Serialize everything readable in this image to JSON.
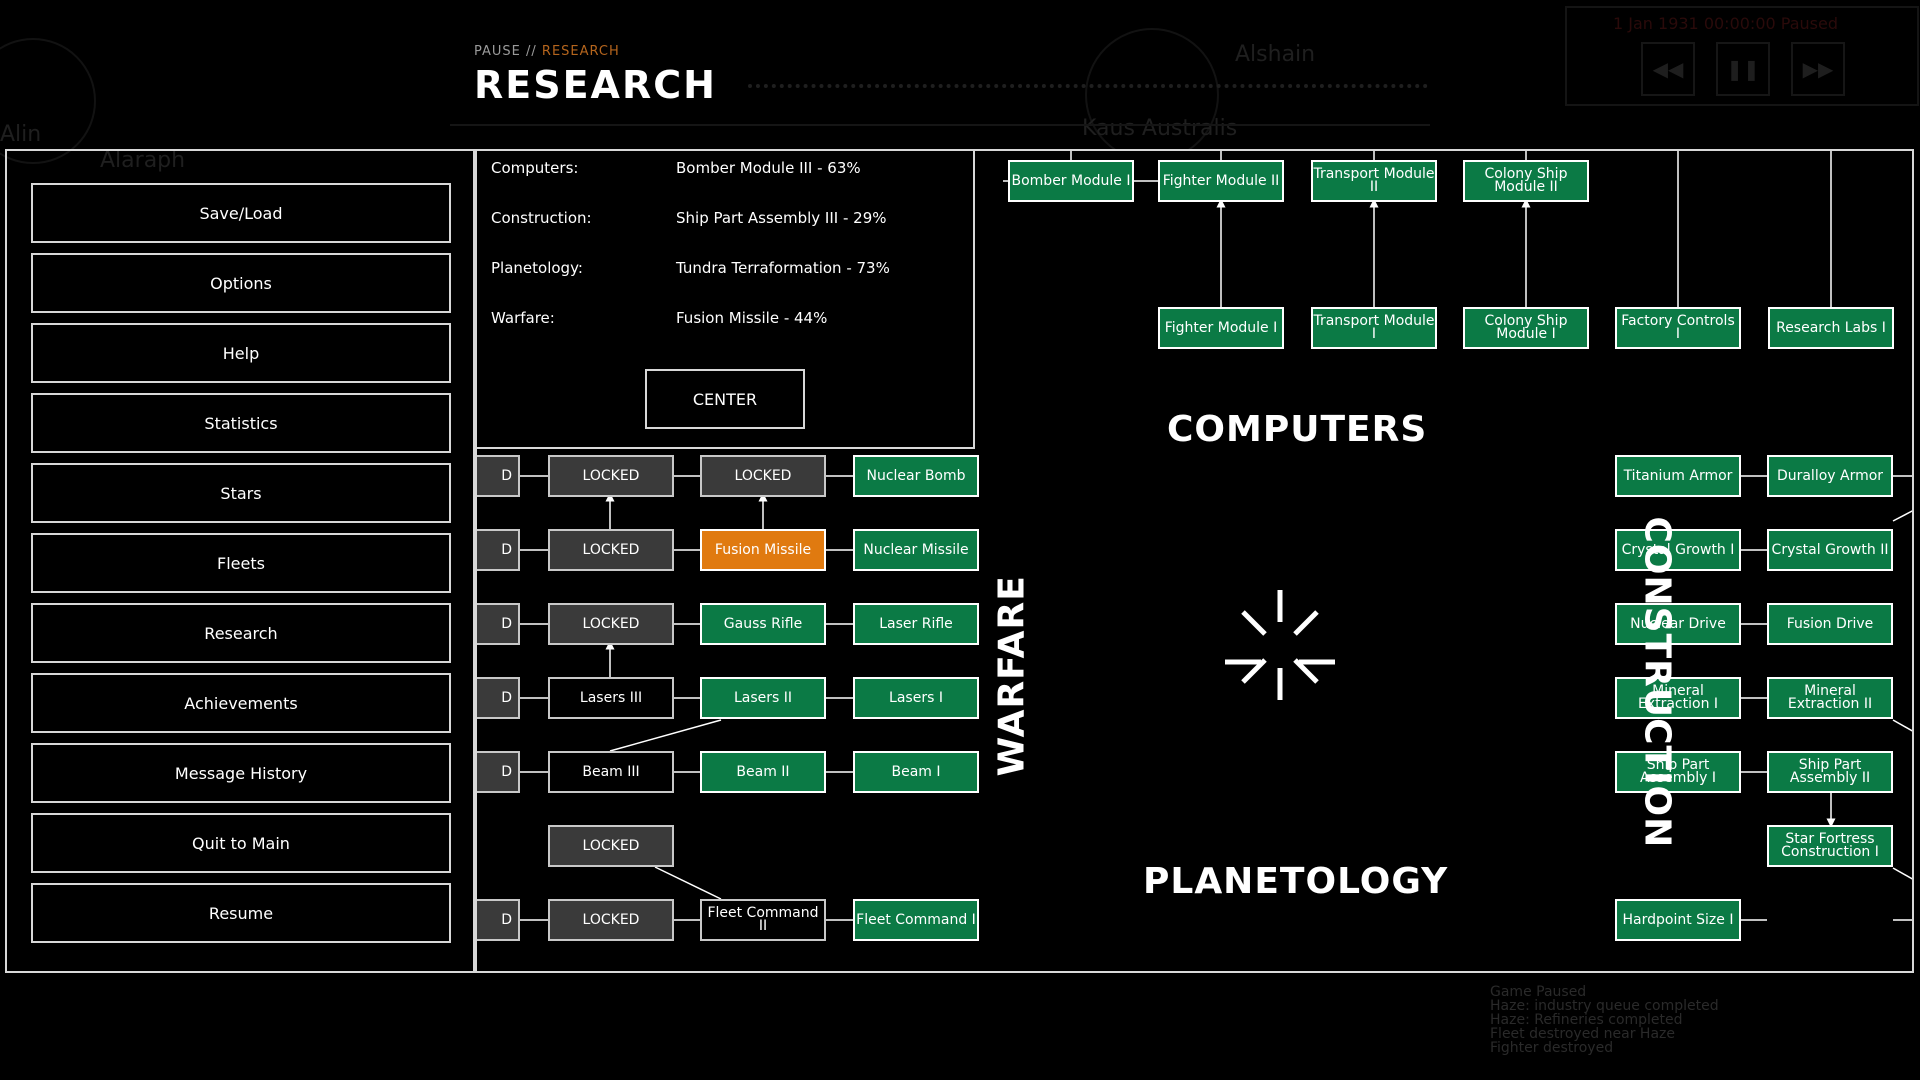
{
  "background": {
    "stars": [
      "Alin",
      "Alaraph",
      "Alshain",
      "Kaus Australis"
    ],
    "date": "1 Jan 1931 00:00:00 Paused",
    "log": [
      "Game Paused",
      "Haze: industry queue completed",
      "Haze: Refineries completed",
      "Fleet destroyed near Haze",
      "Fighter destroyed"
    ]
  },
  "header": {
    "breadcrumb_prefix": "PAUSE //",
    "breadcrumb_current": "RESEARCH",
    "title": "RESEARCH"
  },
  "time_controls": {
    "rewind_icon": "rewind-icon",
    "pause_icon": "pause-icon",
    "fastforward_icon": "fast-forward-icon"
  },
  "menu": {
    "items": [
      {
        "label": "Save/Load"
      },
      {
        "label": "Options"
      },
      {
        "label": "Help"
      },
      {
        "label": "Statistics"
      },
      {
        "label": "Stars"
      },
      {
        "label": "Fleets"
      },
      {
        "label": "Research"
      },
      {
        "label": "Achievements"
      },
      {
        "label": "Message History"
      },
      {
        "label": "Quit to Main"
      },
      {
        "label": "Resume"
      }
    ]
  },
  "status": {
    "rows": [
      {
        "field": "Computers:",
        "value": "Bomber Module III - 63%"
      },
      {
        "field": "Construction:",
        "value": "Ship Part Assembly III - 29%"
      },
      {
        "field": "Planetology:",
        "value": "Tundra Terraformation - 73%"
      },
      {
        "field": "Warfare:",
        "value": "Fusion Missile - 44%"
      }
    ],
    "center_label": "CENTER"
  },
  "categories": {
    "computers": "COMPUTERS",
    "warfare": "WARFARE",
    "construction": "CONSTRUCTION",
    "planetology": "PLANETOLOGY"
  },
  "colors": {
    "researched": "#0b7a45",
    "in_progress": "#e07a10",
    "locked": "#3a3a3a",
    "available": "#000000",
    "border": "#d8d8d8"
  },
  "nodes": {
    "computers": [
      {
        "label": "Bomber Module I",
        "state": "researched"
      },
      {
        "label": "Fighter Module II",
        "state": "researched"
      },
      {
        "label": "Transport Module II",
        "state": "researched"
      },
      {
        "label": "Colony Ship Module II",
        "state": "researched"
      },
      {
        "label": "Fighter Module I",
        "state": "researched"
      },
      {
        "label": "Transport Module I",
        "state": "researched"
      },
      {
        "label": "Colony Ship Module I",
        "state": "researched"
      },
      {
        "label": "Factory Controls I",
        "state": "researched"
      },
      {
        "label": "Research Labs I",
        "state": "researched"
      }
    ],
    "warfare": [
      {
        "label": "LOCKED",
        "state": "locked"
      },
      {
        "label": "LOCKED",
        "state": "locked"
      },
      {
        "label": "Nuclear Bomb",
        "state": "researched"
      },
      {
        "label": "LOCKED",
        "state": "locked"
      },
      {
        "label": "Fusion Missile",
        "state": "in_progress"
      },
      {
        "label": "Nuclear Missile",
        "state": "researched"
      },
      {
        "label": "LOCKED",
        "state": "locked"
      },
      {
        "label": "Gauss Rifle",
        "state": "researched"
      },
      {
        "label": "Laser Rifle",
        "state": "researched"
      },
      {
        "label": "Lasers III",
        "state": "available"
      },
      {
        "label": "Lasers II",
        "state": "researched"
      },
      {
        "label": "Lasers I",
        "state": "researched"
      },
      {
        "label": "Beam III",
        "state": "available"
      },
      {
        "label": "Beam II",
        "state": "researched"
      },
      {
        "label": "Beam I",
        "state": "researched"
      },
      {
        "label": "LOCKED",
        "state": "locked"
      },
      {
        "label": "LOCKED",
        "state": "locked"
      },
      {
        "label": "Fleet Command II",
        "state": "available"
      },
      {
        "label": "Fleet Command I",
        "state": "researched"
      }
    ],
    "construction": [
      {
        "label": "Titanium Armor",
        "state": "researched"
      },
      {
        "label": "Duralloy Armor",
        "state": "researched"
      },
      {
        "label": "Crystal Growth I",
        "state": "researched"
      },
      {
        "label": "Crystal Growth II",
        "state": "researched"
      },
      {
        "label": "Nuclear Drive",
        "state": "researched"
      },
      {
        "label": "Fusion Drive",
        "state": "researched"
      },
      {
        "label": "Mineral Extraction I",
        "state": "researched"
      },
      {
        "label": "Mineral Extraction II",
        "state": "researched"
      },
      {
        "label": "Ship Part Assembly I",
        "state": "researched"
      },
      {
        "label": "Ship Part Assembly II",
        "state": "researched"
      },
      {
        "label": "Star Fortress Construction I",
        "state": "researched"
      },
      {
        "label": "Hardpoint Size I",
        "state": "researched"
      }
    ],
    "partial_left": [
      "D",
      "D",
      "D",
      "D",
      "D",
      "D"
    ]
  }
}
